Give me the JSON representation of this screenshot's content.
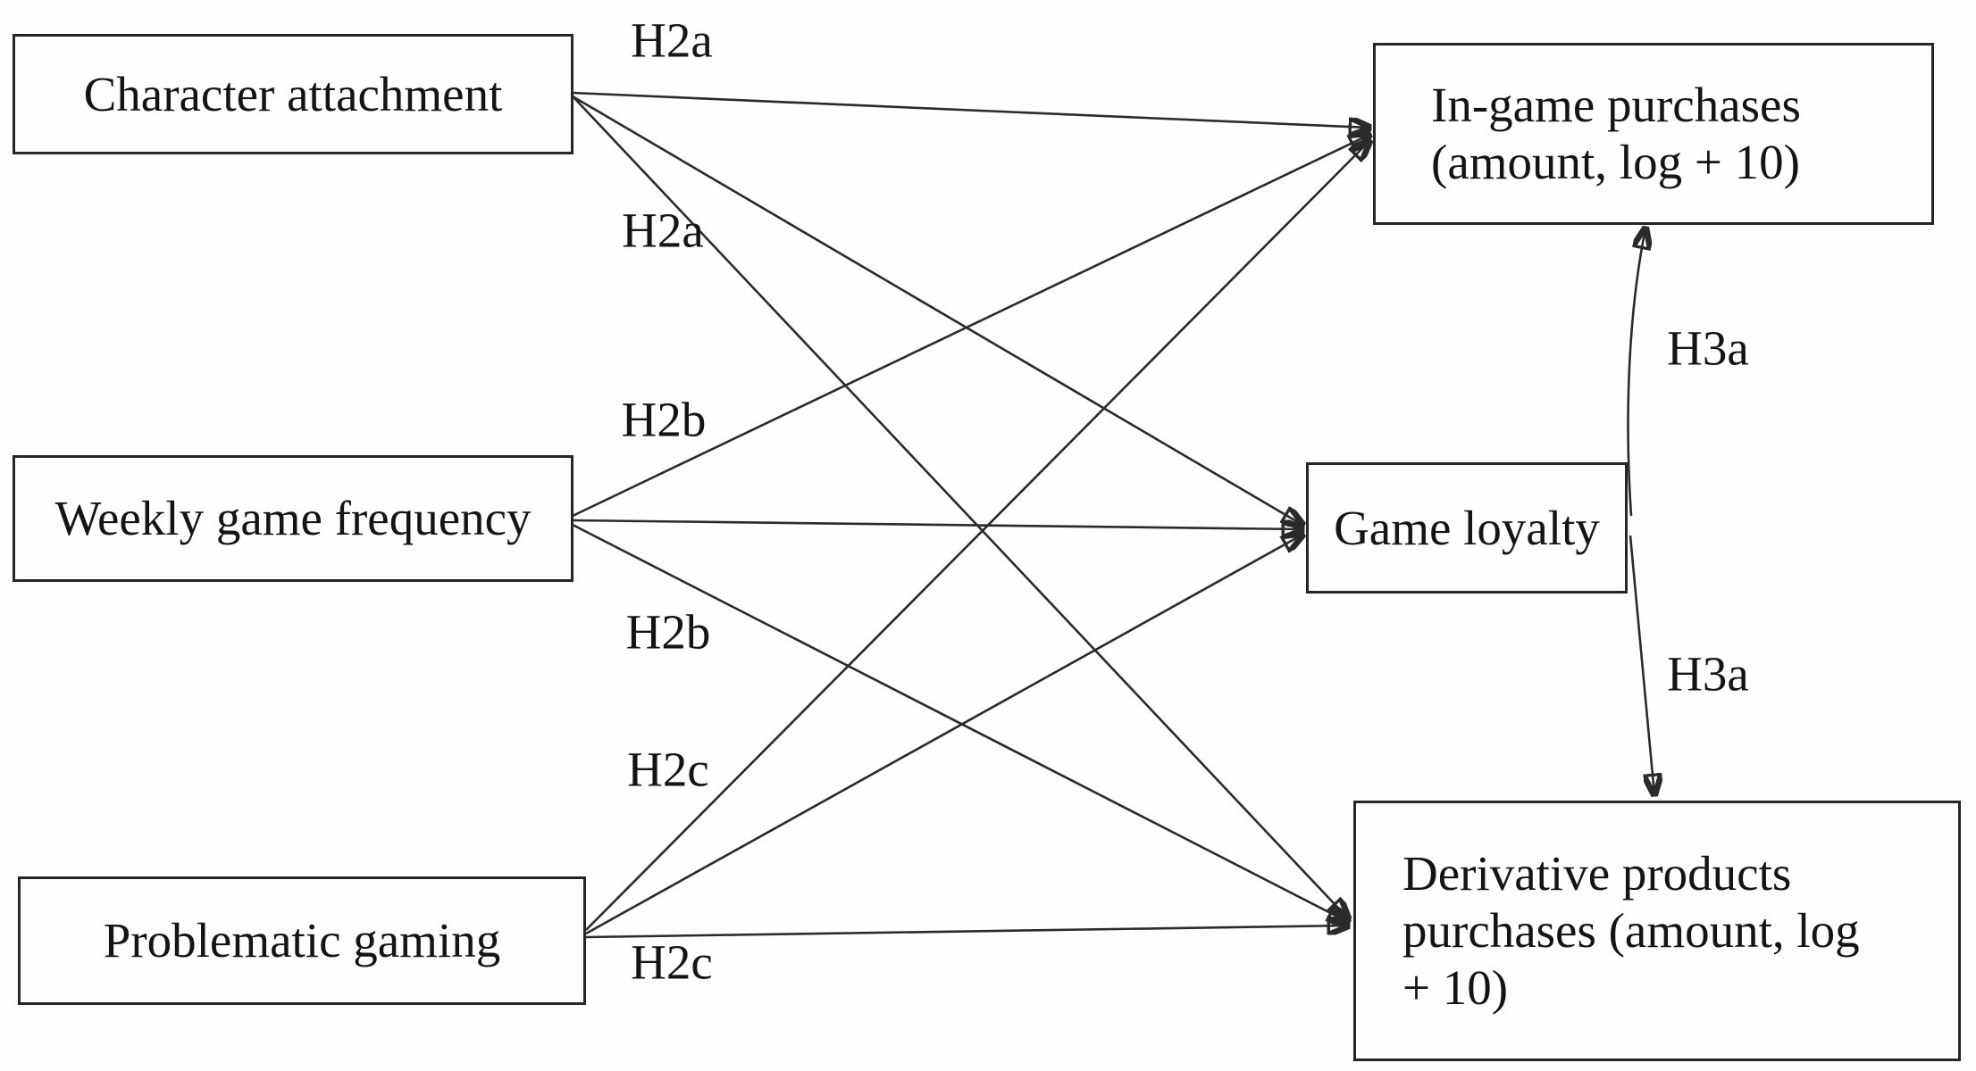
{
  "figure": {
    "type": "hypothesis-path-diagram",
    "background_color": "#fefefe",
    "line_color": "#2a2a2a",
    "text_color": "#141414"
  },
  "nodes": {
    "character_attachment": {
      "label": "Character attachment"
    },
    "weekly_game_frequency": {
      "label": "Weekly game frequency"
    },
    "problematic_gaming": {
      "label": "Problematic gaming"
    },
    "in_game_purchases": {
      "label": "In-game purchases\n(amount, log + 10)"
    },
    "game_loyalty": {
      "label": "Game loyalty"
    },
    "derivative_products": {
      "label": "Derivative products\npurchases (amount, log\n+ 10)"
    }
  },
  "edge_labels": {
    "h2a_top": "H2a",
    "h2a_mid": "H2a",
    "h2b_top": "H2b",
    "h2b_mid": "H2b",
    "h2c_top": "H2c",
    "h2c_bottom": "H2c",
    "h3a_upper": "H3a",
    "h3a_lower": "H3a"
  },
  "edges": [
    {
      "from": "character_attachment",
      "to": "in_game_purchases",
      "hypothesis": "H2a"
    },
    {
      "from": "character_attachment",
      "to": "game_loyalty",
      "hypothesis": ""
    },
    {
      "from": "character_attachment",
      "to": "derivative_products",
      "hypothesis": "H2a"
    },
    {
      "from": "weekly_game_frequency",
      "to": "in_game_purchases",
      "hypothesis": "H2b"
    },
    {
      "from": "weekly_game_frequency",
      "to": "game_loyalty",
      "hypothesis": ""
    },
    {
      "from": "weekly_game_frequency",
      "to": "derivative_products",
      "hypothesis": "H2b"
    },
    {
      "from": "problematic_gaming",
      "to": "in_game_purchases",
      "hypothesis": "H2c"
    },
    {
      "from": "problematic_gaming",
      "to": "game_loyalty",
      "hypothesis": ""
    },
    {
      "from": "problematic_gaming",
      "to": "derivative_products",
      "hypothesis": "H2c"
    },
    {
      "from": "game_loyalty",
      "to": "in_game_purchases",
      "hypothesis": "H3a"
    },
    {
      "from": "game_loyalty",
      "to": "derivative_products",
      "hypothesis": "H3a"
    }
  ]
}
